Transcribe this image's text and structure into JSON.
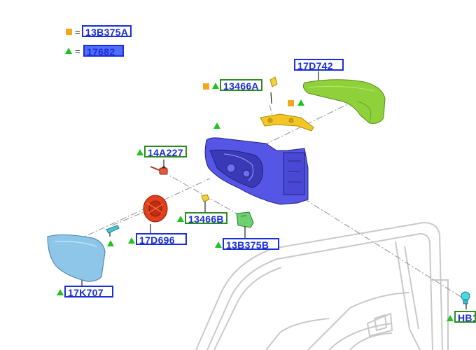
{
  "legend": {
    "square_label": "13B375A",
    "square_equals": "=",
    "triangle_label": "17682",
    "triangle_equals": "="
  },
  "callouts": {
    "c_13466A": "13466A",
    "c_17D742": "17D742",
    "c_14A227": "14A227",
    "c_13466B": "13466B",
    "c_17D696": "17D696",
    "c_13B375B": "13B375B",
    "c_17K707": "17K707",
    "c_HB1": "HB1"
  },
  "colors": {
    "callout_text": "#1a2fd4",
    "callout_border_green": "#2e8b22",
    "square_marker": "#f4a71e",
    "triangle_marker": "#1fc21f",
    "mirror_housing": "#5050e0",
    "mirror_cover": "#8fd13a",
    "bracket": "#f0c020",
    "motor": "#e03a1a",
    "glass": "#8ec6ea"
  },
  "icons": [
    "square-marker-icon",
    "triangle-marker-icon"
  ]
}
